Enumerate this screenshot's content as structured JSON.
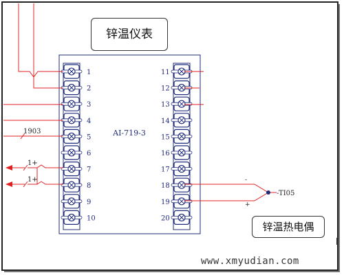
{
  "title_label": "锌温仪表",
  "model": "AI-719-3",
  "left_terminals": [
    "1",
    "2",
    "3",
    "4",
    "5",
    "6",
    "7",
    "8",
    "9",
    "10"
  ],
  "right_terminals": [
    "11",
    "12",
    "13",
    "14",
    "15",
    "16",
    "17",
    "18",
    "19",
    "20"
  ],
  "wire_label_5": "1903",
  "wire_label_7": "1+",
  "wire_label_8": "1+",
  "sensor_tag": "-TI05",
  "polarity_minus": "-",
  "polarity_plus": "+",
  "thermocouple_label": "锌温热电偶",
  "website": "www.xmyudian.com",
  "colors": {
    "wire": "#e02020",
    "device": "#1f2a7a",
    "frame": "#000000"
  }
}
